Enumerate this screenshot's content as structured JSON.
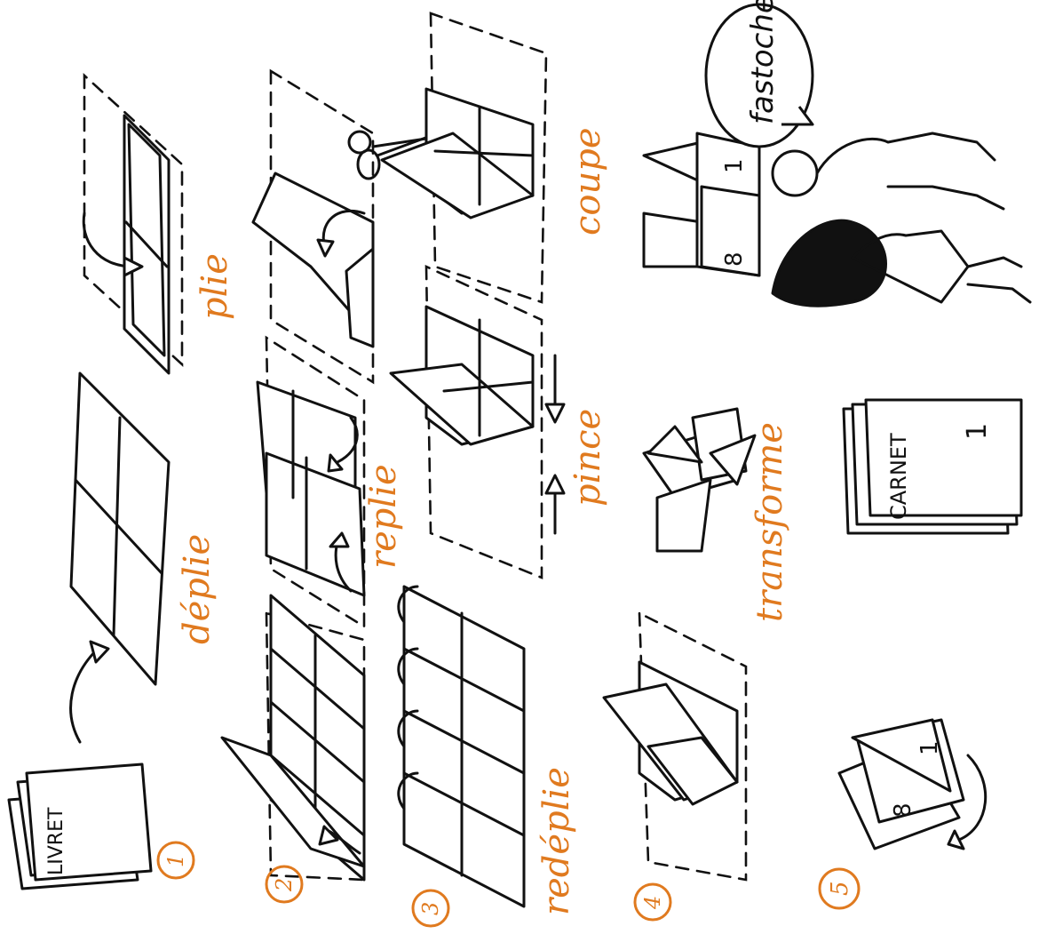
{
  "steps": {
    "s1": "1",
    "s2": "2",
    "s3": "3",
    "s4": "4",
    "s5": "5"
  },
  "labels": {
    "deplie": "déplie",
    "plie": "plie",
    "replie": "replie",
    "coupe": "coupe",
    "pince": "pince",
    "redeplie": "redéplie",
    "transforme": "transforme"
  },
  "texts": {
    "livret": "LIVRET",
    "carnet": "CARNET",
    "fastoche": "fastoche",
    "page_one": "1",
    "page_eight": "8"
  },
  "colors": {
    "accent": "#e07a1f",
    "ink": "#111111"
  }
}
